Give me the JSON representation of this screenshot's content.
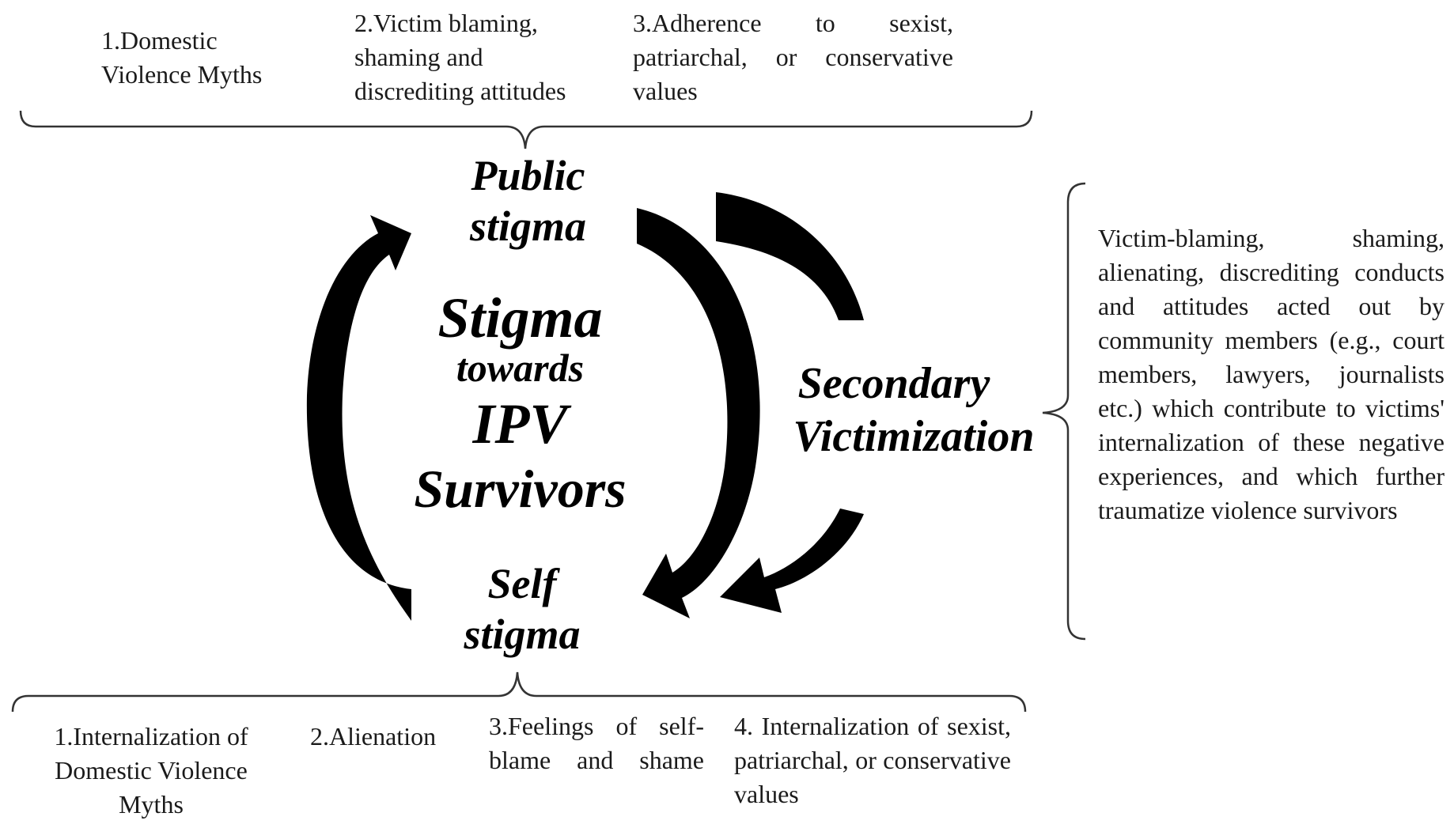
{
  "public_factors": [
    "1.Domestic Violence Myths",
    "2.Victim blaming, shaming and discrediting attitudes",
    "3.Adherence to sexist, patriarchal, or conservative values"
  ],
  "public_stigma": "Public stigma",
  "center_title": {
    "line1": "Stigma",
    "line2": "towards",
    "line3": "IPV",
    "line4": "Survivors"
  },
  "secondary_victimization": {
    "line1": "Secondary",
    "line2": "Victimization"
  },
  "secondary_description": "Victim-blaming, shaming, alienating, discrediting conducts and attitudes acted out by community members (e.g., court members, lawyers, journalists etc.) which contribute to victims' internalization of these negative experiences, and which further traumatize violence survivors",
  "self_stigma": "Self stigma",
  "self_factors": [
    "1.Internalization of Domestic Violence Myths",
    "2.Alienation",
    "3.Feelings of self-blame and shame",
    "4. Internalization of sexist, patriarchal, or conservative values"
  ]
}
